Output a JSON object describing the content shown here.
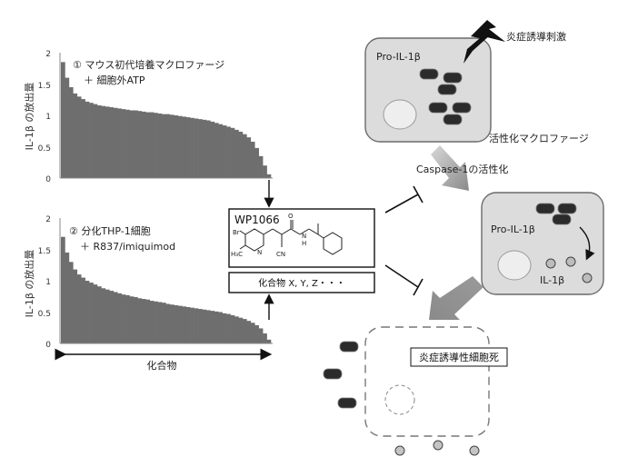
{
  "chart1": {
    "label_line1": "① マウス初代培養マクロファージ",
    "label_line2": "＋ 細胞外ATP",
    "ylabel": "IL-1β の放出量",
    "yticks": [
      "2",
      "1.5",
      "1",
      "0.5",
      "0"
    ]
  },
  "chart2": {
    "label_line1": "② 分化THP-1細胞",
    "label_line2": "＋ R837/imiquimod",
    "ylabel": "IL-1β の放出量",
    "yticks": [
      "2",
      "1.5",
      "1",
      "0.5",
      "0"
    ],
    "xlabel": "化合物"
  },
  "compound": {
    "name": "WP1066",
    "atoms": {
      "br": "Br",
      "h3c": "H₃C",
      "n": "N",
      "o": "O",
      "cn": "CN",
      "nh": "H",
      "nh_n": "N"
    },
    "others": "化合物 X, Y, Z・・・"
  },
  "pathway": {
    "stimulus": "炎症誘導刺激",
    "pro_il1b_top": "Pro-IL-1β",
    "activated_macrophage": "活性化マクロファージ",
    "caspase": "Caspase-1の活性化",
    "pro_il1b_mid": "Pro-IL-1β",
    "il1b": "IL-1β",
    "pyroptosis": "炎症誘導性細胞死"
  },
  "chart_data": [
    {
      "type": "bar",
      "ylabel": "IL-1β の放出量",
      "ylim": [
        0,
        2
      ],
      "yticks": [
        0,
        0.5,
        1,
        1.5,
        2
      ],
      "sorted": "descending",
      "values": [
        1.85,
        1.6,
        1.45,
        1.35,
        1.3,
        1.26,
        1.22,
        1.2,
        1.18,
        1.16,
        1.15,
        1.14,
        1.13,
        1.12,
        1.11,
        1.1,
        1.09,
        1.08,
        1.08,
        1.07,
        1.06,
        1.05,
        1.05,
        1.04,
        1.03,
        1.02,
        1.02,
        1.01,
        1.0,
        0.99,
        0.98,
        0.97,
        0.96,
        0.95,
        0.94,
        0.93,
        0.92,
        0.9,
        0.88,
        0.86,
        0.84,
        0.82,
        0.8,
        0.77,
        0.74,
        0.7,
        0.65,
        0.58,
        0.48,
        0.35,
        0.2,
        0.06
      ]
    },
    {
      "type": "bar",
      "ylabel": "IL-1β の放出量",
      "xlabel": "化合物",
      "ylim": [
        0,
        2
      ],
      "yticks": [
        0,
        0.5,
        1,
        1.5,
        2
      ],
      "sorted": "descending",
      "values": [
        1.7,
        1.45,
        1.3,
        1.18,
        1.1,
        1.05,
        1.0,
        0.97,
        0.94,
        0.91,
        0.88,
        0.86,
        0.84,
        0.82,
        0.8,
        0.78,
        0.77,
        0.75,
        0.74,
        0.72,
        0.71,
        0.7,
        0.68,
        0.67,
        0.66,
        0.65,
        0.63,
        0.62,
        0.61,
        0.6,
        0.59,
        0.58,
        0.57,
        0.56,
        0.55,
        0.54,
        0.53,
        0.52,
        0.51,
        0.5,
        0.48,
        0.47,
        0.45,
        0.43,
        0.41,
        0.39,
        0.36,
        0.33,
        0.29,
        0.24,
        0.16,
        0.06
      ]
    }
  ],
  "colors": {
    "bars": "#6e6e6e",
    "cell_fill": "#dcdcdc",
    "cell_stroke": "#6a6a6a",
    "arrow": "#8c8c8c"
  }
}
